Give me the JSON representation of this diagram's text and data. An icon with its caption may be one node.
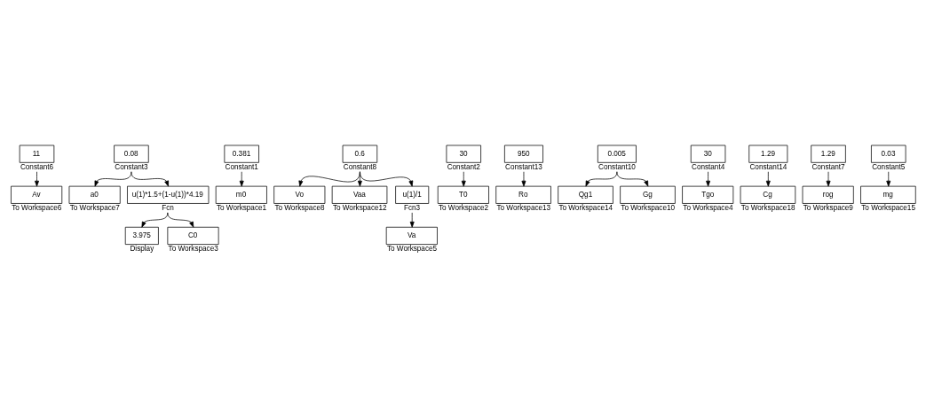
{
  "diagram": {
    "nodes": [
      {
        "text": [
          "11"
        ],
        "beside": [
          "Constant6"
        ]
      },
      {
        "text": [
          "Av"
        ],
        "beside": [
          "To Workspace6"
        ]
      },
      {
        "text": [
          "0.08"
        ],
        "beside": [
          "Constant3"
        ]
      },
      {
        "text": [
          "a0"
        ],
        "beside": [
          "To Workspace7"
        ]
      },
      {
        "text": [
          "3.975"
        ],
        "beside": [
          "Display"
        ]
      },
      {
        "text": [
          "u(1)*1.5+(1-u(1))*4.19"
        ],
        "beside": [
          "Fcn"
        ]
      },
      {
        "text": [
          "C0"
        ],
        "beside": [
          "To Workspace3"
        ]
      },
      {
        "text": [
          "0.381"
        ],
        "beside": [
          "Constant1"
        ]
      },
      {
        "text": [
          "m0"
        ],
        "beside": [
          "To Workspace1"
        ]
      },
      {
        "text": [
          "0.6"
        ],
        "beside": [
          "Constant8"
        ]
      },
      {
        "text": [
          "Vo"
        ],
        "beside": [
          "To Workspace8"
        ]
      },
      {
        "text": [
          "Vaa"
        ],
        "beside": [
          "To Workspace12"
        ]
      },
      {
        "text": [
          "u(1)/1"
        ],
        "beside": [
          "Fcn3"
        ]
      },
      {
        "text": [
          "Va"
        ],
        "beside": [
          "To Workspace5"
        ]
      },
      {
        "text": [
          "30"
        ],
        "beside": [
          "Constant2"
        ]
      },
      {
        "text": [
          "T0"
        ],
        "beside": [
          "To Workspace2"
        ]
      },
      {
        "text": [
          "950"
        ],
        "beside": [
          "Constant13"
        ]
      },
      {
        "text": [
          "Ro"
        ],
        "beside": [
          "To Workspace13"
        ]
      },
      {
        "text": [
          "0.005"
        ],
        "beside": [
          "Constant10"
        ]
      },
      {
        "text": [
          "Qg1"
        ],
        "beside": [
          "To Workspace14"
        ]
      },
      {
        "text": [
          "Gg"
        ],
        "beside": [
          "To Workspace10"
        ]
      },
      {
        "text": [
          "30"
        ],
        "beside": [
          "Constant4"
        ]
      },
      {
        "text": [
          "Tgo"
        ],
        "beside": [
          "To Workspace4"
        ]
      },
      {
        "text": [
          "1.29"
        ],
        "beside": [
          "Constant14"
        ]
      },
      {
        "text": [
          "Cg"
        ],
        "beside": [
          "To Workspace18"
        ]
      },
      {
        "text": [
          "1.29"
        ],
        "beside": [
          "Constant7"
        ]
      },
      {
        "text": [
          "rog"
        ],
        "beside": [
          "To Workspace9"
        ]
      },
      {
        "text": [
          "0.03"
        ],
        "beside": [
          "Constant5"
        ]
      },
      {
        "text": [
          "mg"
        ],
        "beside": [
          "To Workspace15"
        ]
      }
    ],
    "edges": [
      {
        "from": 0,
        "to": 1,
        "arrow": "to"
      },
      {
        "from": 2,
        "to": 3,
        "arrow": "to"
      },
      {
        "from": 2,
        "to": 5,
        "arrow": "to"
      },
      {
        "from": 5,
        "to": 4,
        "arrow": "to"
      },
      {
        "from": 5,
        "to": 6,
        "arrow": "to"
      },
      {
        "from": 7,
        "to": 8,
        "arrow": "to"
      },
      {
        "from": 9,
        "to": 10,
        "arrow": "to"
      },
      {
        "from": 9,
        "to": 11,
        "arrow": "to"
      },
      {
        "from": 9,
        "to": 12,
        "arrow": "to"
      },
      {
        "from": 12,
        "to": 13,
        "arrow": "to"
      },
      {
        "from": 14,
        "to": 15,
        "arrow": "to"
      },
      {
        "from": 16,
        "to": 17,
        "arrow": "to"
      },
      {
        "from": 18,
        "to": 19,
        "arrow": "to"
      },
      {
        "from": 18,
        "to": 20,
        "arrow": "to"
      },
      {
        "from": 21,
        "to": 22,
        "arrow": "to"
      },
      {
        "from": 23,
        "to": 24,
        "arrow": "to"
      },
      {
        "from": 25,
        "to": 26,
        "arrow": "to"
      },
      {
        "from": 27,
        "to": 28,
        "arrow": "to"
      }
    ]
  }
}
